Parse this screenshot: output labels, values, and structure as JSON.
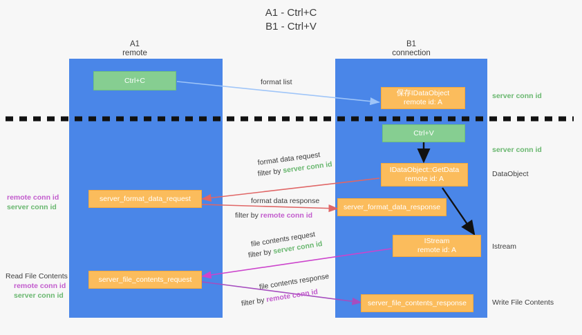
{
  "title": {
    "line1": "A1 - Ctrl+C",
    "line2": "B1 - Ctrl+V"
  },
  "lanes": [
    {
      "name": "A1",
      "sub": "remote"
    },
    {
      "name": "B1",
      "sub": "connection"
    }
  ],
  "boxes": {
    "ctrl_c": {
      "line1": "Ctrl+C"
    },
    "ctrl_v": {
      "line1": "Ctrl+V"
    },
    "save_dataobject": {
      "line1": "保存IDataObject",
      "line2": "remote id: A"
    },
    "getdata": {
      "line1": "IDataObject::GetData",
      "line2": "remote id: A"
    },
    "istream": {
      "line1": "IStream",
      "line2": "remote id: A"
    },
    "format_data_request": {
      "line1": "server_format_data_request"
    },
    "format_data_response": {
      "line1": "server_format_data_response"
    },
    "file_contents_request": {
      "line1": "server_file_contents_request"
    },
    "file_contents_response": {
      "line1": "server_file_contents_response"
    }
  },
  "right_labels": {
    "server_conn_id_top": "server conn id",
    "server_conn_id_mid": "server conn id",
    "dataobject": "DataObject",
    "istream": "Istream",
    "write_file_contents": "Write File Contents"
  },
  "left_labels": {
    "remote_conn_id_1": "remote conn id",
    "server_conn_id_1": "server conn id",
    "read_file_contents": "Read File Contents",
    "remote_conn_id_2": "remote conn id",
    "server_conn_id_2": "server conn id"
  },
  "edges": {
    "format_list": "format list",
    "format_data_request": "format data request",
    "filter_by": "filter by",
    "server_conn_id": "server conn id",
    "format_data_response": "format data response",
    "remote_conn_id": "remote conn id",
    "file_contents_request": "file contents request",
    "file_contents_response": "file contents response"
  },
  "colors": {
    "lane": "#4a86e8",
    "orange": "#fbbc5c",
    "green": "#86ce91",
    "arrow_blue": "#9fc5f8",
    "arrow_red": "#e06666",
    "arrow_magenta": "#cc44cc",
    "arrow_purple": "#a64dbf",
    "arrow_dark": "#1a1a1a",
    "text_green": "#69b76f",
    "text_purple": "#c25ccd",
    "background": "#f7f7f7"
  }
}
